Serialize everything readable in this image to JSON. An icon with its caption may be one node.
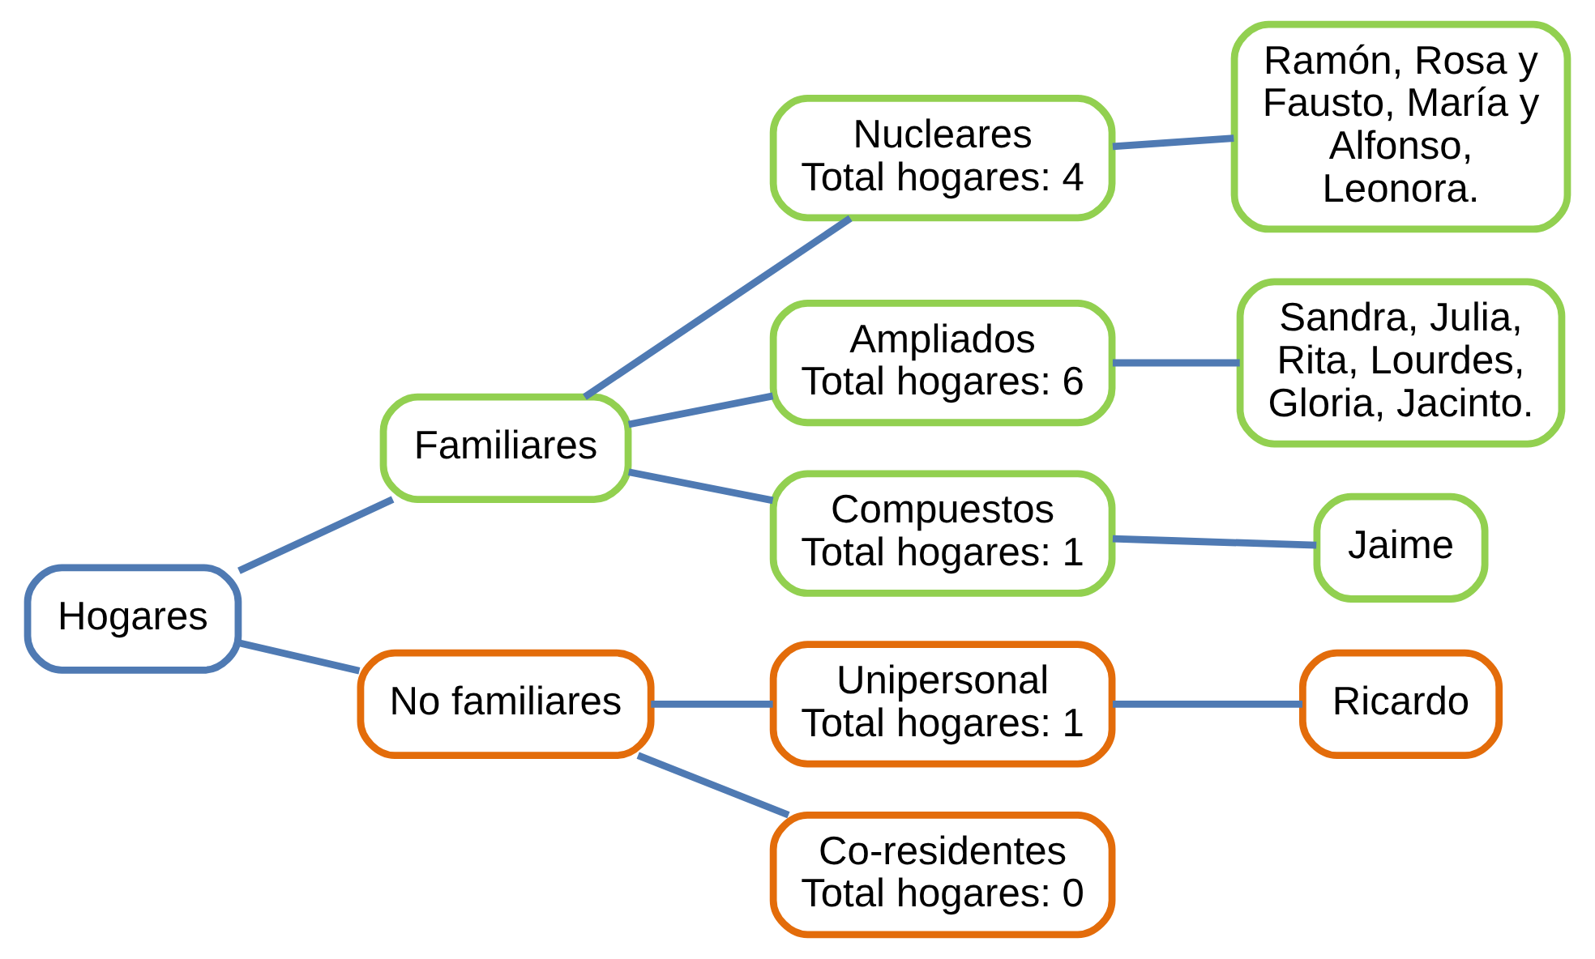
{
  "diagram": {
    "nodes": [
      {
        "text": [
          "Hogares"
        ]
      },
      {
        "text": [
          "Familiares"
        ]
      },
      {
        "text": [
          "Nucleares",
          "Total hogares: 4"
        ]
      },
      {
        "text": [
          "Ramón, Rosa y Fausto, María y Alfonso, Leonora."
        ]
      },
      {
        "text": [
          "Ampliados",
          "Total hogares: 6"
        ]
      },
      {
        "text": [
          "Sandra, Julia, Rita, Lourdes, Gloria, Jacinto."
        ]
      },
      {
        "text": [
          "Compuestos",
          "Total hogares: 1"
        ]
      },
      {
        "text": [
          "Jaime"
        ]
      },
      {
        "text": [
          "No familiares"
        ]
      },
      {
        "text": [
          "Unipersonal",
          "Total hogares: 1"
        ]
      },
      {
        "text": [
          "Ricardo"
        ]
      },
      {
        "text": [
          "Co-residentes",
          "Total hogares: 0"
        ]
      }
    ],
    "edges": [
      {
        "from": 0,
        "to": 1,
        "arrow": "none"
      },
      {
        "from": 0,
        "to": 8,
        "arrow": "none"
      },
      {
        "from": 1,
        "to": 2,
        "arrow": "none"
      },
      {
        "from": 1,
        "to": 4,
        "arrow": "none"
      },
      {
        "from": 1,
        "to": 6,
        "arrow": "none"
      },
      {
        "from": 2,
        "to": 3,
        "arrow": "none"
      },
      {
        "from": 4,
        "to": 5,
        "arrow": "none"
      },
      {
        "from": 6,
        "to": 7,
        "arrow": "none"
      },
      {
        "from": 8,
        "to": 9,
        "arrow": "none"
      },
      {
        "from": 8,
        "to": 11,
        "arrow": "none"
      },
      {
        "from": 9,
        "to": 10,
        "arrow": "none"
      }
    ]
  }
}
